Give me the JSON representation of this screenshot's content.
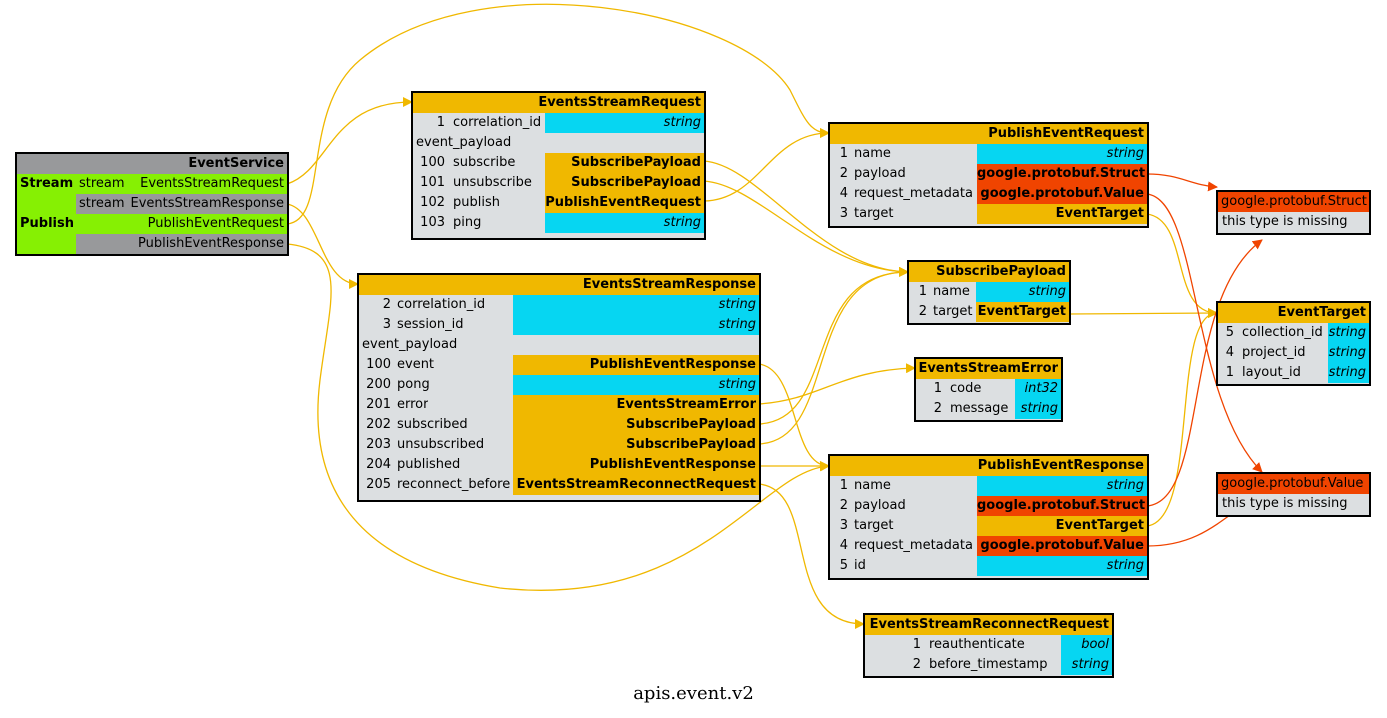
{
  "caption": "apis.event.v2",
  "colors": {
    "edge": "#f0b800",
    "edge_missing": "#f04400",
    "field_header": "#f0b800",
    "scalar": "#06d6f2",
    "service": "#86f003",
    "missing": "#f04400",
    "body": "#dcdfe1"
  },
  "event_service": {
    "title": "EventService",
    "groups": [
      "Stream",
      "Publish"
    ],
    "rows": [
      {
        "kind": "stream",
        "type": "EventsStreamRequest"
      },
      {
        "kind": "stream",
        "type": "EventsStreamResponse"
      },
      {
        "kind": "",
        "type": "PublishEventRequest"
      },
      {
        "kind": "",
        "type": "PublishEventResponse"
      }
    ]
  },
  "events_stream_request": {
    "title": "EventsStreamRequest",
    "rows": [
      {
        "num": "1",
        "name": "correlation_id",
        "type": "string"
      },
      {
        "num": "",
        "name": "event_payload",
        "type": ""
      },
      {
        "num": "100",
        "name": "subscribe",
        "type": "SubscribePayload"
      },
      {
        "num": "101",
        "name": "unsubscribe",
        "type": "SubscribePayload"
      },
      {
        "num": "102",
        "name": "publish",
        "type": "PublishEventRequest"
      },
      {
        "num": "103",
        "name": "ping",
        "type": "string"
      }
    ]
  },
  "events_stream_response": {
    "title": "EventsStreamResponse",
    "rows": [
      {
        "num": "2",
        "name": "correlation_id",
        "type": "string"
      },
      {
        "num": "3",
        "name": "session_id",
        "type": "string"
      },
      {
        "num": "",
        "name": "event_payload",
        "type": ""
      },
      {
        "num": "100",
        "name": "event",
        "type": "PublishEventResponse"
      },
      {
        "num": "200",
        "name": "pong",
        "type": "string"
      },
      {
        "num": "201",
        "name": "error",
        "type": "EventsStreamError"
      },
      {
        "num": "202",
        "name": "subscribed",
        "type": "SubscribePayload"
      },
      {
        "num": "203",
        "name": "unsubscribed",
        "type": "SubscribePayload"
      },
      {
        "num": "204",
        "name": "published",
        "type": "PublishEventResponse"
      },
      {
        "num": "205",
        "name": "reconnect_before",
        "type": "EventsStreamReconnectRequest"
      }
    ]
  },
  "publish_event_request": {
    "title": "PublishEventRequest",
    "rows": [
      {
        "num": "1",
        "name": "name",
        "type": "string"
      },
      {
        "num": "2",
        "name": "payload",
        "type": "google.protobuf.Struct"
      },
      {
        "num": "4",
        "name": "request_metadata",
        "type": "google.protobuf.Value"
      },
      {
        "num": "3",
        "name": "target",
        "type": "EventTarget"
      }
    ]
  },
  "subscribe_payload": {
    "title": "SubscribePayload",
    "rows": [
      {
        "num": "1",
        "name": "name",
        "type": "string"
      },
      {
        "num": "2",
        "name": "target",
        "type": "EventTarget"
      }
    ]
  },
  "events_stream_error": {
    "title": "EventsStreamError",
    "rows": [
      {
        "num": "1",
        "name": "code",
        "type": "int32"
      },
      {
        "num": "2",
        "name": "message",
        "type": "string"
      }
    ]
  },
  "publish_event_response": {
    "title": "PublishEventResponse",
    "rows": [
      {
        "num": "1",
        "name": "name",
        "type": "string"
      },
      {
        "num": "2",
        "name": "payload",
        "type": "google.protobuf.Struct"
      },
      {
        "num": "3",
        "name": "target",
        "type": "EventTarget"
      },
      {
        "num": "4",
        "name": "request_metadata",
        "type": "google.protobuf.Value"
      },
      {
        "num": "5",
        "name": "id",
        "type": "string"
      }
    ]
  },
  "events_stream_reconnect_request": {
    "title": "EventsStreamReconnectRequest",
    "rows": [
      {
        "num": "1",
        "name": "reauthenticate",
        "type": "bool"
      },
      {
        "num": "2",
        "name": "before_timestamp",
        "type": "string"
      }
    ]
  },
  "google_struct": {
    "title": "google.protobuf.Struct",
    "note": "this type is missing"
  },
  "google_value": {
    "title": "google.protobuf.Value",
    "note": "this type is missing"
  },
  "event_target": {
    "title": "EventTarget",
    "rows": [
      {
        "num": "5",
        "name": "collection_id",
        "type": "string"
      },
      {
        "num": "4",
        "name": "project_id",
        "type": "string"
      },
      {
        "num": "1",
        "name": "layout_id",
        "type": "string"
      }
    ]
  }
}
